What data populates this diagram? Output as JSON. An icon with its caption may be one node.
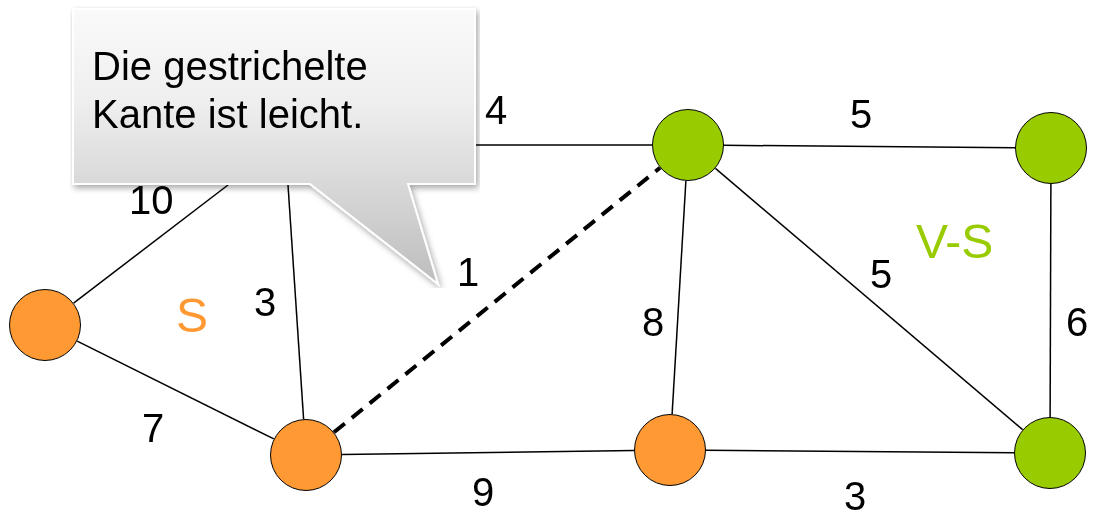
{
  "diagram": {
    "nodes": [
      {
        "text": [
          "Die gestrichelte Kante ist leicht."
        ]
      },
      {
        "text": [],
        "shape": "circle"
      },
      {
        "text": [],
        "shape": "circle"
      },
      {
        "text": [],
        "shape": "circle"
      },
      {
        "text": [],
        "shape": "circle"
      },
      {
        "text": [],
        "shape": "circle"
      },
      {
        "text": [],
        "shape": "circle"
      }
    ],
    "edges": [
      {
        "from": 0,
        "to": 1,
        "arrow": "none",
        "label": "4"
      },
      {
        "from": 1,
        "to": 2,
        "arrow": "none",
        "label": "5"
      },
      {
        "from": 0,
        "to": 3,
        "arrow": "none",
        "label": "10"
      },
      {
        "from": 0,
        "to": 4,
        "arrow": "none",
        "label": "3"
      },
      {
        "from": 4,
        "to": 1,
        "arrow": "none",
        "label": "1",
        "style": "dashed"
      },
      {
        "from": 1,
        "to": 5,
        "arrow": "none",
        "label": "8"
      },
      {
        "from": 1,
        "to": 6,
        "arrow": "none",
        "label": "5"
      },
      {
        "from": 2,
        "to": 6,
        "arrow": "none",
        "label": "6"
      },
      {
        "from": 3,
        "to": 4,
        "arrow": "none",
        "label": "7"
      },
      {
        "from": 4,
        "to": 5,
        "arrow": "none",
        "label": "9"
      },
      {
        "from": 5,
        "to": 6,
        "arrow": "none",
        "label": "3"
      }
    ],
    "labels": [
      "S",
      "V-S"
    ]
  }
}
